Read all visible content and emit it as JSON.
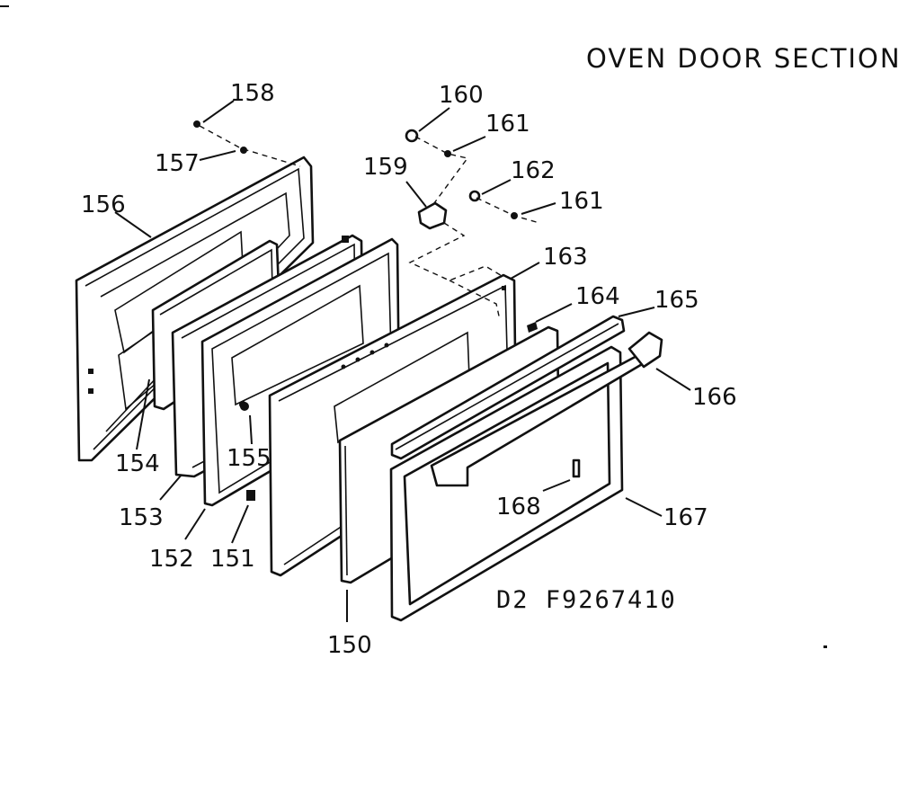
{
  "title": "OVEN DOOR SECTION",
  "drawing_code": "D2  F9267410",
  "parts": [
    {
      "id": "p150",
      "label": "150"
    },
    {
      "id": "p151",
      "label": "151"
    },
    {
      "id": "p152",
      "label": "152"
    },
    {
      "id": "p153",
      "label": "153"
    },
    {
      "id": "p154",
      "label": "154"
    },
    {
      "id": "p155",
      "label": "155"
    },
    {
      "id": "p156",
      "label": "156"
    },
    {
      "id": "p157",
      "label": "157"
    },
    {
      "id": "p158",
      "label": "158"
    },
    {
      "id": "p159",
      "label": "159"
    },
    {
      "id": "p160",
      "label": "160"
    },
    {
      "id": "p161a",
      "label": "161"
    },
    {
      "id": "p161b",
      "label": "161"
    },
    {
      "id": "p162",
      "label": "162"
    },
    {
      "id": "p163",
      "label": "163"
    },
    {
      "id": "p164",
      "label": "164"
    },
    {
      "id": "p165",
      "label": "165"
    },
    {
      "id": "p166",
      "label": "166"
    },
    {
      "id": "p167",
      "label": "167"
    },
    {
      "id": "p168",
      "label": "168"
    }
  ]
}
